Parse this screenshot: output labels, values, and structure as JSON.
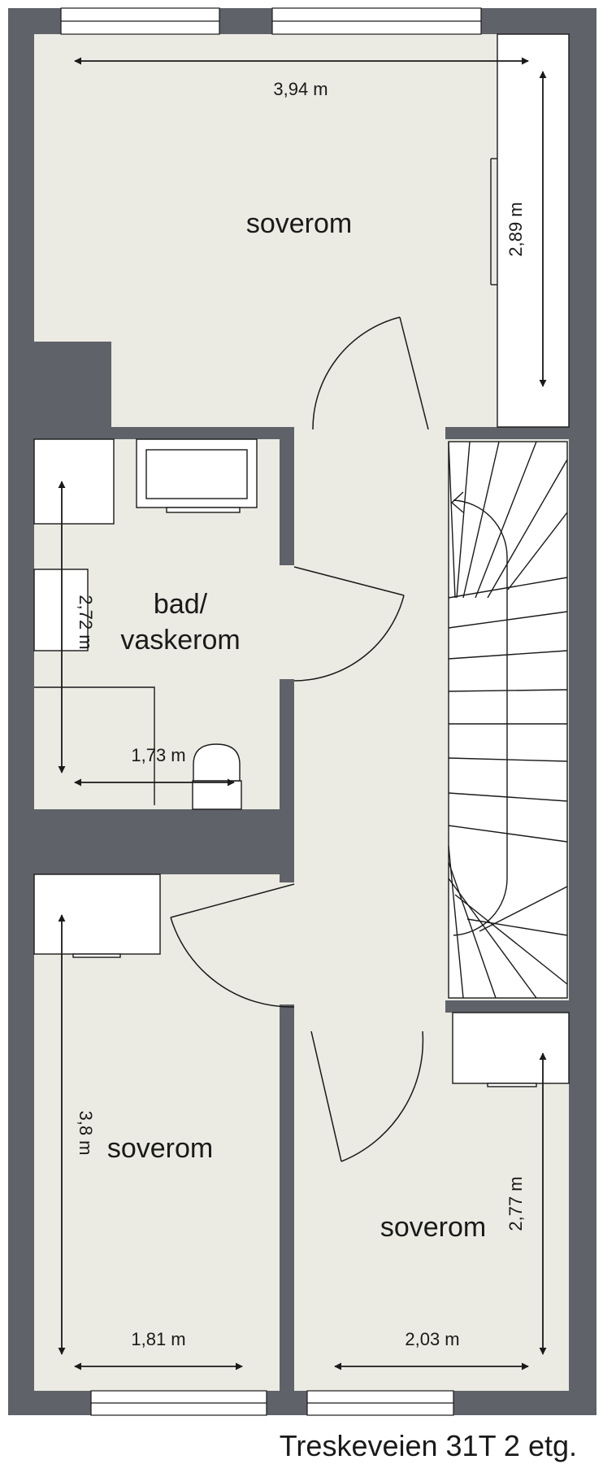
{
  "floor_title": "Treskeveien 31T 2 etg.",
  "rooms": {
    "bedroom_top": "soverom",
    "bathroom_line1": "bad/",
    "bathroom_line2": "vaskerom",
    "bedroom_left": "soverom",
    "bedroom_right": "soverom"
  },
  "dimensions": {
    "top_width": "3,94 m",
    "top_depth": "2,89 m",
    "bath_depth": "2,72 m",
    "bath_width": "1,73 m",
    "left_depth": "3,8 m",
    "left_width": "1,81 m",
    "right_depth": "2,77 m",
    "right_width": "2,03 m"
  },
  "colors": {
    "wall": "#5f6268",
    "floor": "#ebebe3",
    "line": "#1a1a1a"
  }
}
